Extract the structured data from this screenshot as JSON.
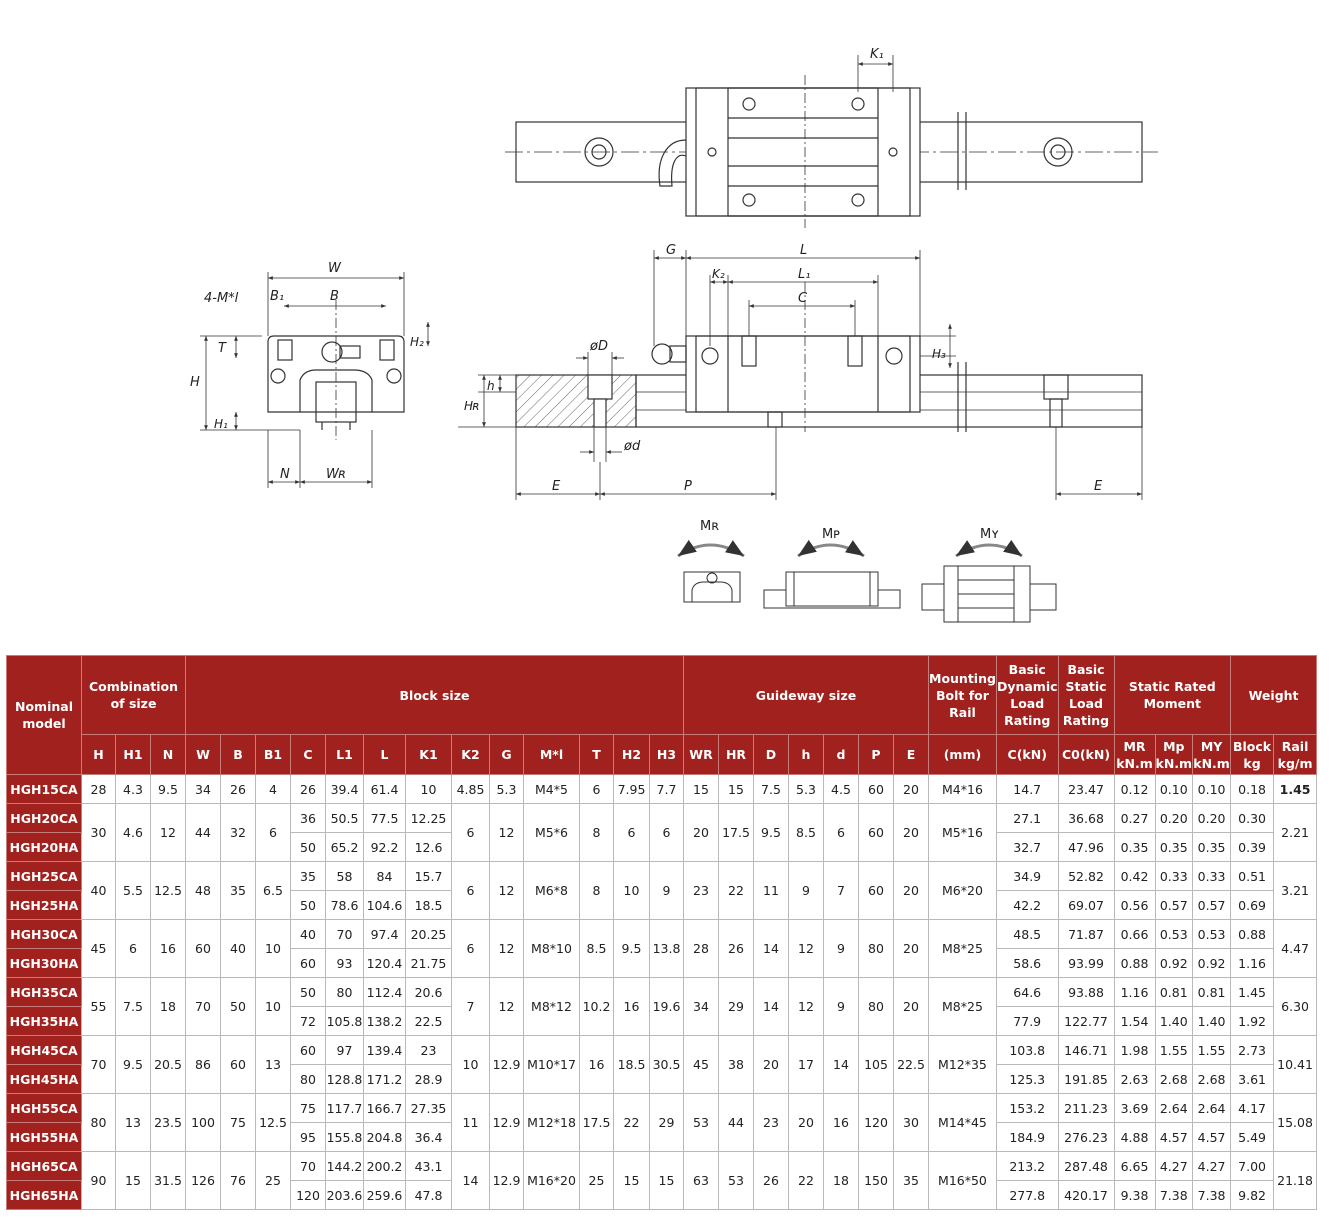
{
  "drawing": {
    "dim_labels": {
      "K1": "K₁",
      "W": "W",
      "B": "B",
      "B1": "B₁",
      "M": "4-M*l",
      "T": "T",
      "H": "H",
      "H1": "H₁",
      "H2": "H₂",
      "N": "N",
      "WR": "Wʀ",
      "G": "G",
      "L": "L",
      "K2": "K₂",
      "L1": "L₁",
      "C": "C",
      "H3": "H₃",
      "D": "øD",
      "h": "h",
      "HR": "Hʀ",
      "d": "ød",
      "E_left": "E",
      "P": "P",
      "E_right": "E"
    },
    "moment_labels": {
      "MR": "Mʀ",
      "MP": "Mᴘ",
      "MY": "Mʏ"
    }
  },
  "table": {
    "groups": {
      "nominal": "Nominal model",
      "combination": "Combination of size",
      "block": "Block size",
      "guideway": "Guideway size",
      "mounting": "Mounting Bolt for Rail",
      "dynamic": "Basic Dynamic Load Rating",
      "static": "Basic Static Load Rating",
      "moment": "Static Rated Moment",
      "weight": "Weight"
    },
    "columns": {
      "H": "H",
      "H1": "H1",
      "N": "N",
      "W": "W",
      "B": "B",
      "B1": "B1",
      "C": "C",
      "L1": "L1",
      "L": "L",
      "K1": "K1",
      "K2": "K2",
      "G": "G",
      "Ml": "M*l",
      "T": "T",
      "H2": "H2",
      "H3": "H3",
      "WR": "WR",
      "HR": "HR",
      "D": "D",
      "h": "h",
      "d": "d",
      "P": "P",
      "E": "E",
      "mm": "(mm)",
      "CkN": "C(kN)",
      "C0kN": "C0(kN)",
      "MR": "MR kN.m",
      "Mp": "Mp kN.m",
      "MY": "MY kN.m",
      "block": "Block kg",
      "rail": "Rail kg/m"
    },
    "groups_data": [
      {
        "H": "28",
        "H1": "4.3",
        "N": "9.5",
        "W": "34",
        "B": "26",
        "B1": "4",
        "K2": "4.85",
        "G": "5.3",
        "Ml": "M4*5",
        "T": "6",
        "H2": "7.95",
        "H3": "7.7",
        "WR": "15",
        "HR": "15",
        "D": "7.5",
        "h": "5.3",
        "d": "4.5",
        "P": "60",
        "E": "20",
        "bolt": "M4*16",
        "rail": "1.45",
        "rows": [
          {
            "model": "HGH15CA",
            "C": "26",
            "L1": "39.4",
            "L": "61.4",
            "K1": "10",
            "Ck": "14.7",
            "C0": "23.47",
            "MR": "0.12",
            "Mp": "0.10",
            "MY": "0.10",
            "block": "0.18"
          }
        ]
      },
      {
        "H": "30",
        "H1": "4.6",
        "N": "12",
        "W": "44",
        "B": "32",
        "B1": "6",
        "K2": "6",
        "G": "12",
        "Ml": "M5*6",
        "T": "8",
        "H2": "6",
        "H3": "6",
        "WR": "20",
        "HR": "17.5",
        "D": "9.5",
        "h": "8.5",
        "d": "6",
        "P": "60",
        "E": "20",
        "bolt": "M5*16",
        "rail": "2.21",
        "rows": [
          {
            "model": "HGH20CA",
            "C": "36",
            "L1": "50.5",
            "L": "77.5",
            "K1": "12.25",
            "Ck": "27.1",
            "C0": "36.68",
            "MR": "0.27",
            "Mp": "0.20",
            "MY": "0.20",
            "block": "0.30"
          },
          {
            "model": "HGH20HA",
            "C": "50",
            "L1": "65.2",
            "L": "92.2",
            "K1": "12.6",
            "Ck": "32.7",
            "C0": "47.96",
            "MR": "0.35",
            "Mp": "0.35",
            "MY": "0.35",
            "block": "0.39"
          }
        ]
      },
      {
        "H": "40",
        "H1": "5.5",
        "N": "12.5",
        "W": "48",
        "B": "35",
        "B1": "6.5",
        "K2": "6",
        "G": "12",
        "Ml": "M6*8",
        "T": "8",
        "H2": "10",
        "H3": "9",
        "WR": "23",
        "HR": "22",
        "D": "11",
        "h": "9",
        "d": "7",
        "P": "60",
        "E": "20",
        "bolt": "M6*20",
        "rail": "3.21",
        "rows": [
          {
            "model": "HGH25CA",
            "C": "35",
            "L1": "58",
            "L": "84",
            "K1": "15.7",
            "Ck": "34.9",
            "C0": "52.82",
            "MR": "0.42",
            "Mp": "0.33",
            "MY": "0.33",
            "block": "0.51"
          },
          {
            "model": "HGH25HA",
            "C": "50",
            "L1": "78.6",
            "L": "104.6",
            "K1": "18.5",
            "Ck": "42.2",
            "C0": "69.07",
            "MR": "0.56",
            "Mp": "0.57",
            "MY": "0.57",
            "block": "0.69"
          }
        ]
      },
      {
        "H": "45",
        "H1": "6",
        "N": "16",
        "W": "60",
        "B": "40",
        "B1": "10",
        "K2": "6",
        "G": "12",
        "Ml": "M8*10",
        "T": "8.5",
        "H2": "9.5",
        "H3": "13.8",
        "WR": "28",
        "HR": "26",
        "D": "14",
        "h": "12",
        "d": "9",
        "P": "80",
        "E": "20",
        "bolt": "M8*25",
        "rail": "4.47",
        "rows": [
          {
            "model": "HGH30CA",
            "C": "40",
            "L1": "70",
            "L": "97.4",
            "K1": "20.25",
            "Ck": "48.5",
            "C0": "71.87",
            "MR": "0.66",
            "Mp": "0.53",
            "MY": "0.53",
            "block": "0.88"
          },
          {
            "model": "HGH30HA",
            "C": "60",
            "L1": "93",
            "L": "120.4",
            "K1": "21.75",
            "Ck": "58.6",
            "C0": "93.99",
            "MR": "0.88",
            "Mp": "0.92",
            "MY": "0.92",
            "block": "1.16"
          }
        ]
      },
      {
        "H": "55",
        "H1": "7.5",
        "N": "18",
        "W": "70",
        "B": "50",
        "B1": "10",
        "K2": "7",
        "G": "12",
        "Ml": "M8*12",
        "T": "10.2",
        "H2": "16",
        "H3": "19.6",
        "WR": "34",
        "HR": "29",
        "D": "14",
        "h": "12",
        "d": "9",
        "P": "80",
        "E": "20",
        "bolt": "M8*25",
        "rail": "6.30",
        "rows": [
          {
            "model": "HGH35CA",
            "C": "50",
            "L1": "80",
            "L": "112.4",
            "K1": "20.6",
            "Ck": "64.6",
            "C0": "93.88",
            "MR": "1.16",
            "Mp": "0.81",
            "MY": "0.81",
            "block": "1.45"
          },
          {
            "model": "HGH35HA",
            "C": "72",
            "L1": "105.8",
            "L": "138.2",
            "K1": "22.5",
            "Ck": "77.9",
            "C0": "122.77",
            "MR": "1.54",
            "Mp": "1.40",
            "MY": "1.40",
            "block": "1.92"
          }
        ]
      },
      {
        "H": "70",
        "H1": "9.5",
        "N": "20.5",
        "W": "86",
        "B": "60",
        "B1": "13",
        "K2": "10",
        "G": "12.9",
        "Ml": "M10*17",
        "T": "16",
        "H2": "18.5",
        "H3": "30.5",
        "WR": "45",
        "HR": "38",
        "D": "20",
        "h": "17",
        "d": "14",
        "P": "105",
        "E": "22.5",
        "bolt": "M12*35",
        "rail": "10.41",
        "rows": [
          {
            "model": "HGH45CA",
            "C": "60",
            "L1": "97",
            "L": "139.4",
            "K1": "23",
            "Ck": "103.8",
            "C0": "146.71",
            "MR": "1.98",
            "Mp": "1.55",
            "MY": "1.55",
            "block": "2.73"
          },
          {
            "model": "HGH45HA",
            "C": "80",
            "L1": "128.8",
            "L": "171.2",
            "K1": "28.9",
            "Ck": "125.3",
            "C0": "191.85",
            "MR": "2.63",
            "Mp": "2.68",
            "MY": "2.68",
            "block": "3.61"
          }
        ]
      },
      {
        "H": "80",
        "H1": "13",
        "N": "23.5",
        "W": "100",
        "B": "75",
        "B1": "12.5",
        "K2": "11",
        "G": "12.9",
        "Ml": "M12*18",
        "T": "17.5",
        "H2": "22",
        "H3": "29",
        "WR": "53",
        "HR": "44",
        "D": "23",
        "h": "20",
        "d": "16",
        "P": "120",
        "E": "30",
        "bolt": "M14*45",
        "rail": "15.08",
        "rows": [
          {
            "model": "HGH55CA",
            "C": "75",
            "L1": "117.7",
            "L": "166.7",
            "K1": "27.35",
            "Ck": "153.2",
            "C0": "211.23",
            "MR": "3.69",
            "Mp": "2.64",
            "MY": "2.64",
            "block": "4.17"
          },
          {
            "model": "HGH55HA",
            "C": "95",
            "L1": "155.8",
            "L": "204.8",
            "K1": "36.4",
            "Ck": "184.9",
            "C0": "276.23",
            "MR": "4.88",
            "Mp": "4.57",
            "MY": "4.57",
            "block": "5.49"
          }
        ]
      },
      {
        "H": "90",
        "H1": "15",
        "N": "31.5",
        "W": "126",
        "B": "76",
        "B1": "25",
        "K2": "14",
        "G": "12.9",
        "Ml": "M16*20",
        "T": "25",
        "H2": "15",
        "H3": "15",
        "WR": "63",
        "HR": "53",
        "D": "26",
        "h": "22",
        "d": "18",
        "P": "150",
        "E": "35",
        "bolt": "M16*50",
        "rail": "21.18",
        "rows": [
          {
            "model": "HGH65CA",
            "C": "70",
            "L1": "144.2",
            "L": "200.2",
            "K1": "43.1",
            "Ck": "213.2",
            "C0": "287.48",
            "MR": "6.65",
            "Mp": "4.27",
            "MY": "4.27",
            "block": "7.00"
          },
          {
            "model": "HGH65HA",
            "C": "120",
            "L1": "203.6",
            "L": "259.6",
            "K1": "47.8",
            "Ck": "277.8",
            "C0": "420.17",
            "MR": "9.38",
            "Mp": "7.38",
            "MY": "7.38",
            "block": "9.82"
          }
        ]
      }
    ]
  }
}
